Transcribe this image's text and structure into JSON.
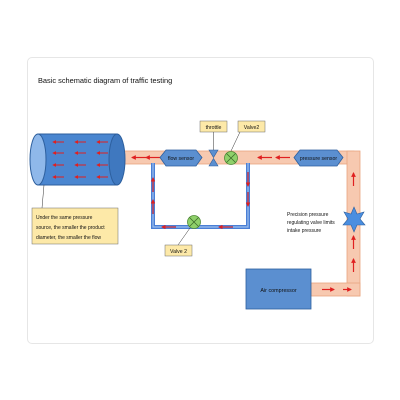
{
  "title": "Basic schematic diagram of traffic testing",
  "labels": {
    "flow_sensor": "flow sensor",
    "pressure_sensor": "pressure sensor",
    "throttle": "throttle",
    "valve2_top": "Valve2",
    "valve2_bottom": "Valve 2",
    "air_compressor": "Air compressor"
  },
  "notes": {
    "tank_note": [
      "Under the same pressure",
      "source, the smaller the product",
      "diameter, the smaller the flow"
    ],
    "regulator_note": [
      "Precision pressure",
      "regulating valve limits",
      "intake pressure"
    ]
  },
  "colors": {
    "pipe_fill": "#f7c9b0",
    "pipe_border": "#e8a580",
    "bypass_pipe": "#4a7fd6",
    "arrow": "#e02020",
    "component_blue": "#5b8fd0",
    "tank_blue": "#4a86d0",
    "valve_green": "#8fd06a",
    "note_yellow": "#fde9a8",
    "star_blue": "#4a8ee0"
  }
}
